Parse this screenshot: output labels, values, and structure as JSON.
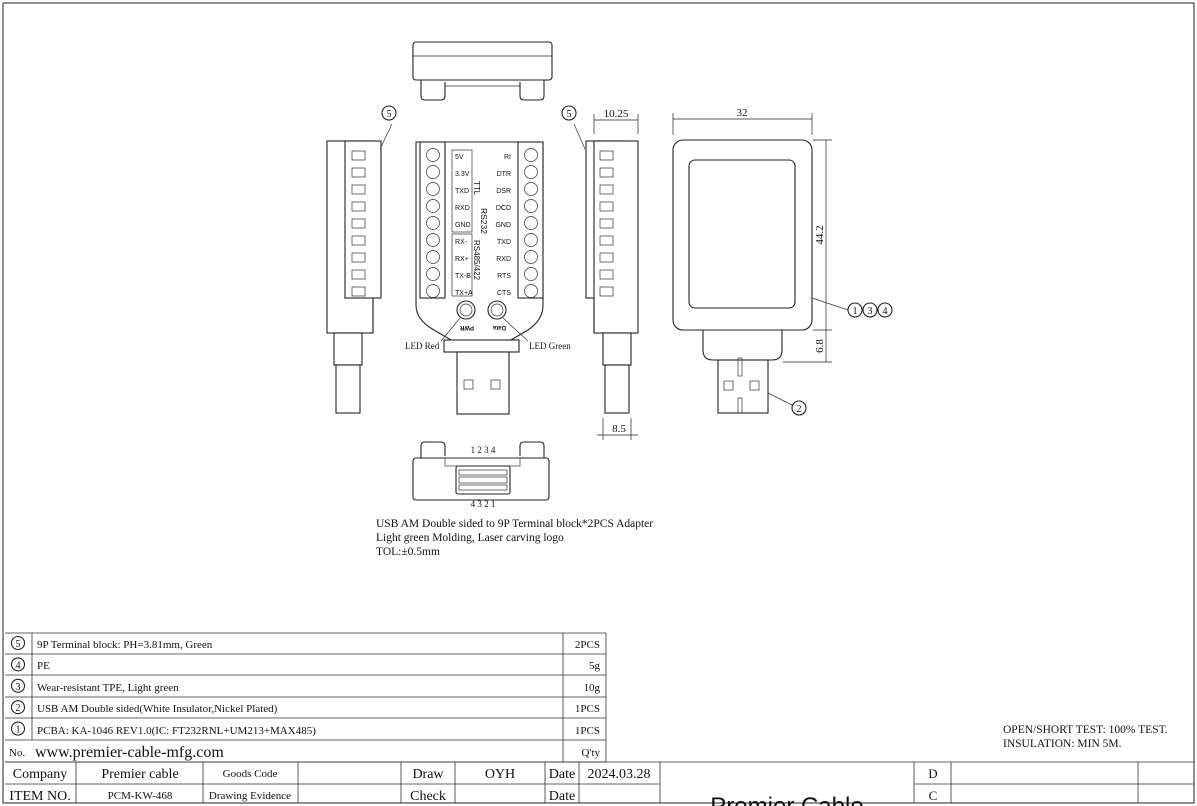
{
  "drawing": {
    "dimensions": {
      "width_top": "10.25",
      "width_front": "32",
      "height_body": "44.2",
      "plug_length": "6.8",
      "thickness_bottom": "8.5"
    },
    "balloons": {
      "terminal": "5",
      "usb": "2",
      "body_group": [
        "1",
        "3",
        "4"
      ]
    },
    "pin_labels_left": [
      "5V",
      "3.3V",
      "TXD",
      "RXD",
      "GND",
      "RX-",
      "RX+",
      "TX-B",
      "TX+A"
    ],
    "pin_labels_right": [
      "RI",
      "DTR",
      "DSR",
      "DCD",
      "GND",
      "TXD",
      "RXD",
      "RTS",
      "CTS"
    ],
    "group_labels": {
      "ttl": "TTL",
      "rs232": "RS232",
      "rs485": "RS485/422"
    },
    "led_marks": {
      "pwr": "PWR",
      "data": "Data"
    },
    "led_labels": {
      "red": "LED Red",
      "green": "LED Green"
    },
    "usb_pins_top": "1 2 3 4",
    "usb_pins_bottom": "4 3 2 1",
    "notes": [
      "USB AM Double sided to 9P Terminal block*2PCS Adapter",
      "Light green Molding, Laser carving logo",
      "TOL:±0.5mm"
    ],
    "test_notes": [
      "OPEN/SHORT TEST: 100% TEST.",
      "INSULATION: MIN 5M."
    ]
  },
  "bom": {
    "rows": [
      {
        "no": "5",
        "desc": "9P Terminal block: PH=3.81mm, Green",
        "qty": "2PCS"
      },
      {
        "no": "4",
        "desc": "PE",
        "qty": "5g"
      },
      {
        "no": "3",
        "desc": "Wear-resistant TPE, Light green",
        "qty": "10g"
      },
      {
        "no": "2",
        "desc": "USB AM Double sided(White Insulator,Nickel Plated)",
        "qty": "1PCS"
      },
      {
        "no": "1",
        "desc": "PCBA: KA-1046 REV1.0(IC: FT232RNL+UM213+MAX485)",
        "qty": "1PCS"
      }
    ],
    "header": {
      "no": "No.",
      "website": "www.premier-cable-mfg.com",
      "qty": "Q'ty"
    }
  },
  "title_block": {
    "company_label": "Company",
    "company_value": "Premier cable",
    "goods_code_label": "Goods Code",
    "draw_label": "Draw",
    "draw_value": "OYH",
    "date_label": "Date",
    "date_value": "2024.03.28",
    "item_label": "ITEM NO.",
    "item_value": "PCM-KW-468",
    "evidence_label": "Drawing Evidence",
    "check_label": "Check",
    "date2_label": "Date",
    "brand": "Premier Cable",
    "rev_d": "D",
    "rev_c": "C"
  }
}
